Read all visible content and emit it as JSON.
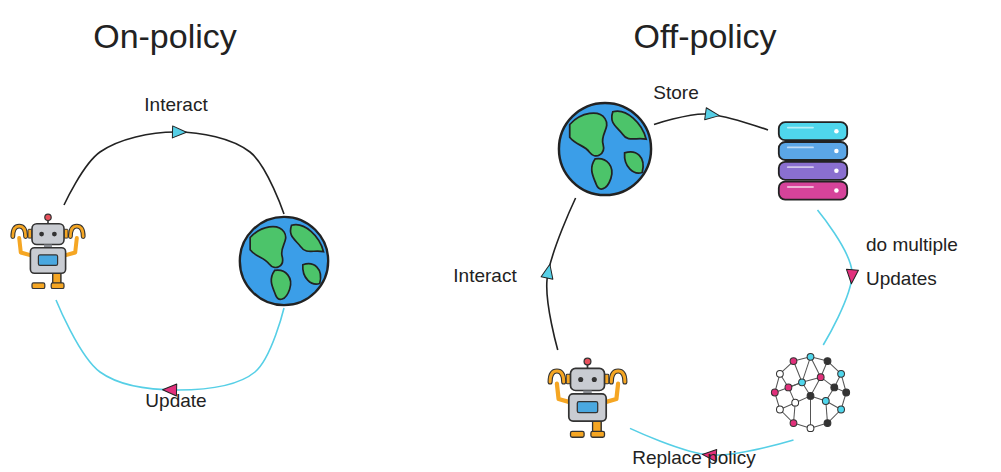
{
  "diagram": {
    "nodes": [
      {
        "text": []
      },
      {
        "text": []
      },
      {
        "text": []
      },
      {
        "text": []
      },
      {
        "text": []
      },
      {
        "text": []
      }
    ],
    "edges": [
      {
        "from": 0,
        "to": 1,
        "label": "Interact",
        "arrow": "to"
      },
      {
        "from": 1,
        "to": 0,
        "label": "Update",
        "arrow": "to"
      },
      {
        "from": 2,
        "to": 3,
        "label": "Store",
        "arrow": "to"
      },
      {
        "from": 3,
        "to": 4,
        "label": "do multiple Updates",
        "arrow": "to"
      },
      {
        "from": 4,
        "to": 5,
        "label": "Replace policy",
        "arrow": "to"
      },
      {
        "from": 5,
        "to": 2,
        "label": "Interact",
        "arrow": "to"
      }
    ],
    "labels": [
      "On-policy",
      "Off-policy"
    ]
  }
}
